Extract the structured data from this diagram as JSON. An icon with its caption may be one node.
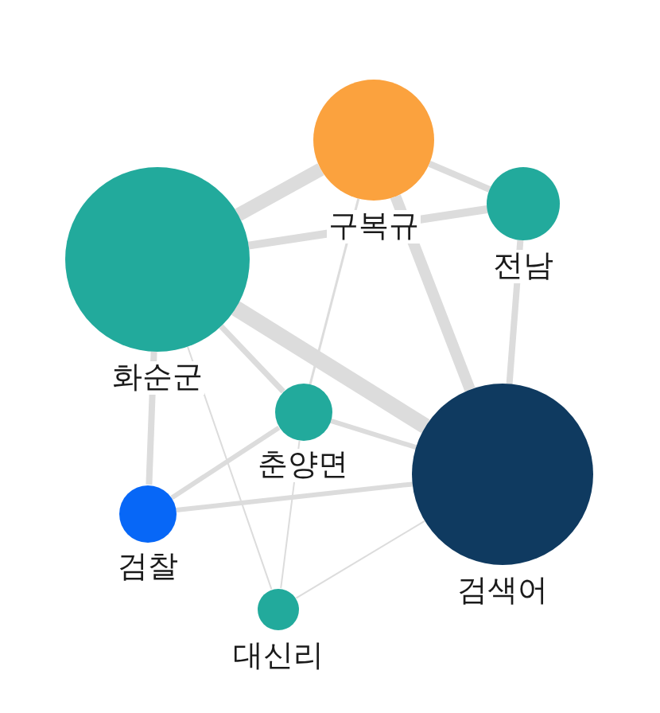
{
  "diagram": {
    "nodes": [
      {
        "text": [
          "구복규"
        ]
      },
      {
        "text": [
          "전남"
        ]
      },
      {
        "text": [
          "화순군"
        ]
      },
      {
        "text": [
          "춘양면"
        ]
      },
      {
        "text": [
          "검색어"
        ]
      },
      {
        "text": [
          "검찰"
        ]
      },
      {
        "text": [
          "대신리"
        ]
      }
    ],
    "edges": [
      {
        "from": 2,
        "to": 0,
        "arrow": "none",
        "style": "thick"
      },
      {
        "from": 2,
        "to": 1,
        "arrow": "none"
      },
      {
        "from": 2,
        "to": 4,
        "arrow": "none",
        "style": "thick"
      },
      {
        "from": 2,
        "to": 3,
        "arrow": "none"
      },
      {
        "from": 2,
        "to": 5,
        "arrow": "none"
      },
      {
        "from": 2,
        "to": 6,
        "arrow": "none"
      },
      {
        "from": 0,
        "to": 1,
        "arrow": "none"
      },
      {
        "from": 0,
        "to": 4,
        "arrow": "none",
        "style": "thick"
      },
      {
        "from": 0,
        "to": 3,
        "arrow": "none"
      },
      {
        "from": 1,
        "to": 4,
        "arrow": "none"
      },
      {
        "from": 3,
        "to": 4,
        "arrow": "none"
      },
      {
        "from": 5,
        "to": 3,
        "arrow": "none"
      },
      {
        "from": 5,
        "to": 4,
        "arrow": "none"
      },
      {
        "from": 3,
        "to": 6,
        "arrow": "none"
      },
      {
        "from": 6,
        "to": 4,
        "arrow": "none"
      }
    ]
  }
}
